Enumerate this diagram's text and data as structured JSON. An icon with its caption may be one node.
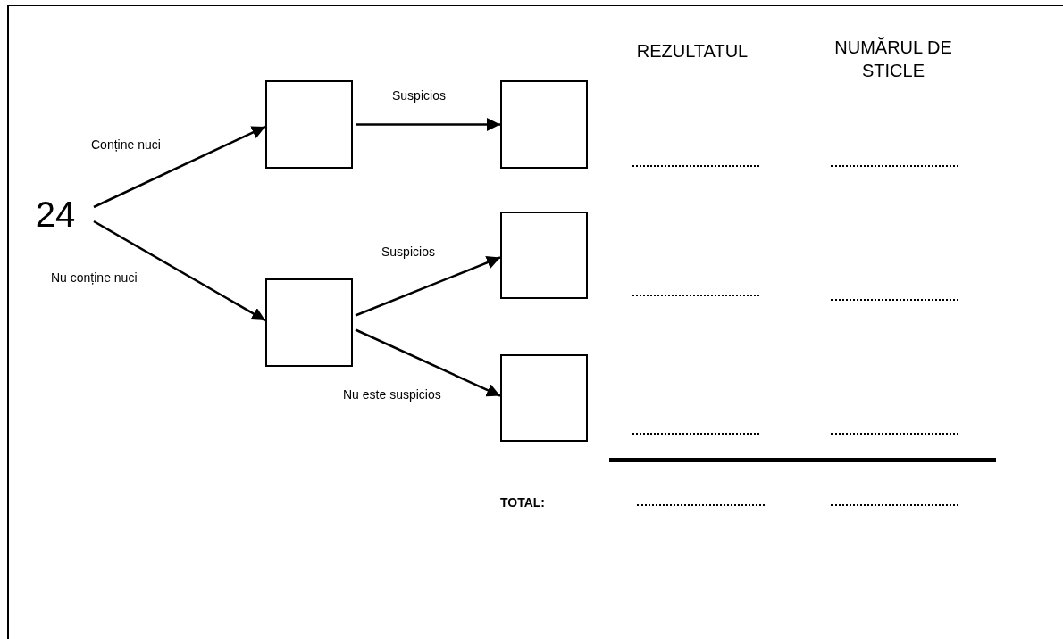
{
  "diagram": {
    "nodes": [
      {
        "text": [
          "24"
        ]
      },
      {
        "text": [],
        "shape": "box"
      },
      {
        "text": [],
        "shape": "box"
      },
      {
        "text": [],
        "shape": "box"
      },
      {
        "text": [],
        "shape": "box"
      },
      {
        "text": [],
        "shape": "box"
      }
    ],
    "edges": [
      {
        "from": 0,
        "to": 1,
        "arrow": "to",
        "label": "Conține nuci"
      },
      {
        "from": 0,
        "to": 2,
        "arrow": "to",
        "label": "Nu conține nuci"
      },
      {
        "from": 1,
        "to": 3,
        "arrow": "to",
        "label": "Suspicios"
      },
      {
        "from": 2,
        "to": 4,
        "arrow": "to",
        "label": "Suspicios"
      },
      {
        "from": 2,
        "to": 5,
        "arrow": "to",
        "label": "Nu este suspicios"
      }
    ],
    "labels": [
      "REZULTATUL",
      "NUMĂRUL DE STICLE",
      "TOTAL:"
    ]
  }
}
